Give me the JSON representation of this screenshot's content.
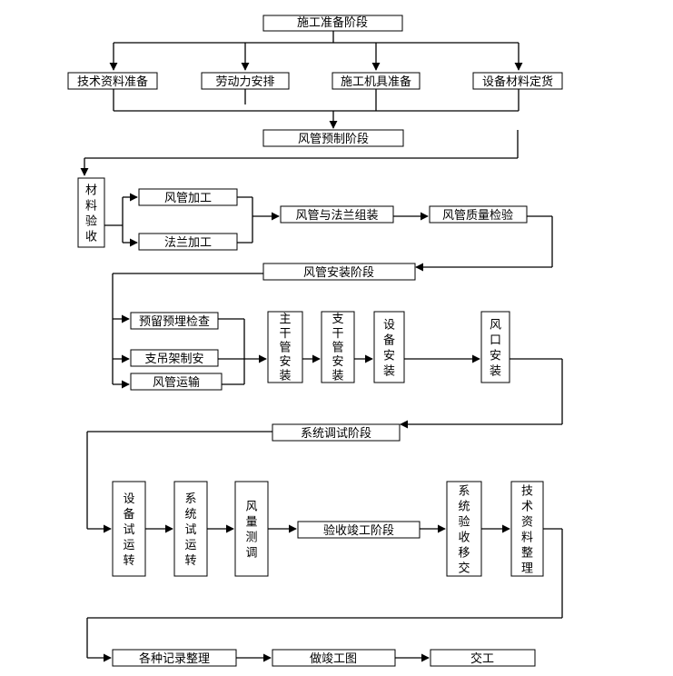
{
  "stages": {
    "prep": "施工准备阶段",
    "prefab": "风管预制阶段",
    "install": "风管安装阶段",
    "commission": "系统调试阶段",
    "acceptance": "验收竣工阶段"
  },
  "prep_items": [
    "技术资料准备",
    "劳动力安排",
    "施工机具准备",
    "设备材料定货"
  ],
  "prefab_items": {
    "material_check": "材料验收",
    "duct_processing": "风管加工",
    "flange_processing": "法兰加工",
    "assembly": "风管与法兰组装",
    "quality_check": "风管质量检验"
  },
  "install_items": {
    "embed_check": "预留预埋检查",
    "hanger": "支吊架制安",
    "transport": "风管运输",
    "main_duct": "主干管安装",
    "branch_duct": "支干管安装",
    "equipment": "设备安装",
    "outlet": "风口安装"
  },
  "commission_items": {
    "equipment_trial": "设备试运转",
    "system_trial": "系统试运转",
    "airflow": "风量测调",
    "system_handover": "系统验收移交",
    "docs_arrange": "技术资料整理"
  },
  "final_items": [
    "各种记录整理",
    "做竣工图",
    "交工"
  ]
}
